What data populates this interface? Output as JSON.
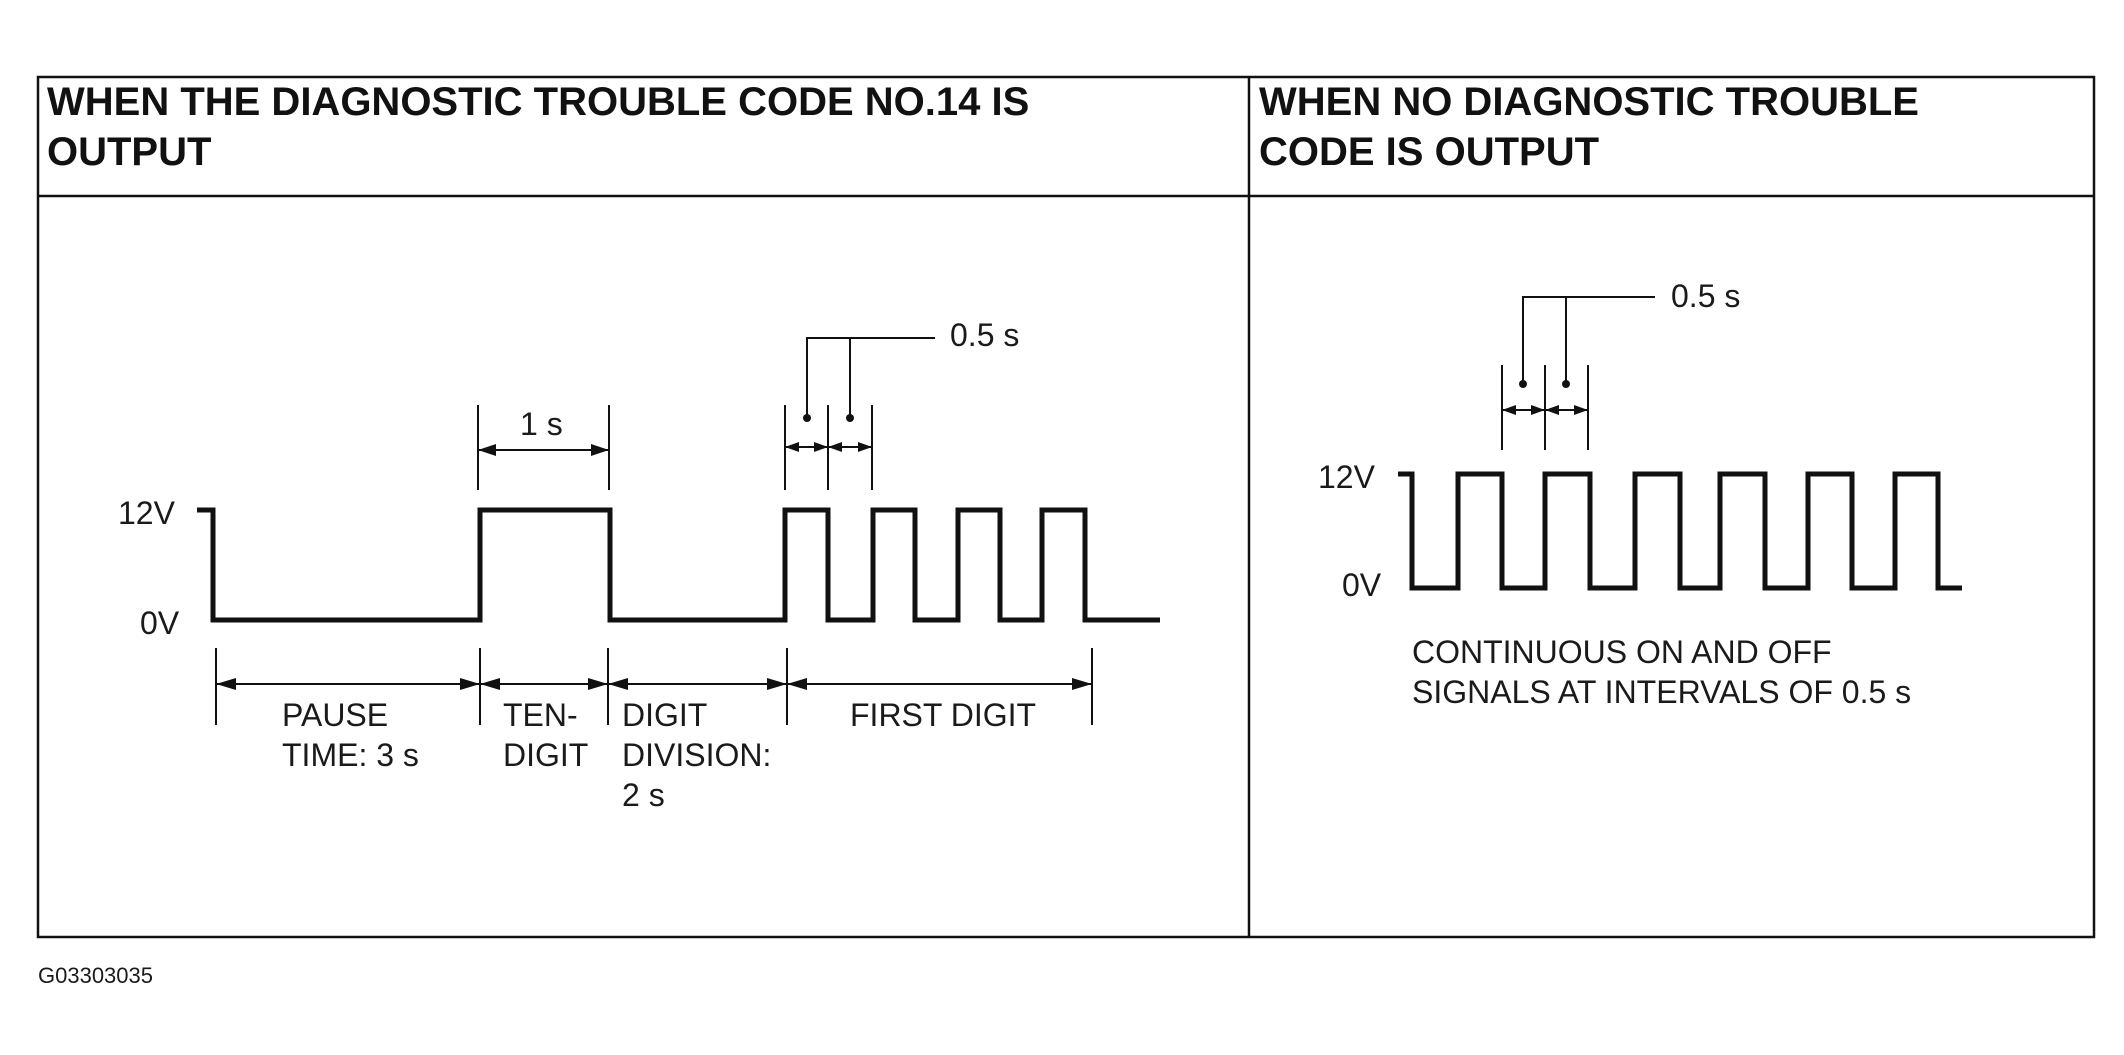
{
  "left_panel": {
    "header_line1": "WHEN THE DIAGNOSTIC TROUBLE CODE NO.14 IS",
    "header_line2": "OUTPUT",
    "level_high": "12V",
    "level_low": "0V",
    "annot_1s": "1 s",
    "annot_half_s": "0.5 s",
    "seg_pause_1": "PAUSE",
    "seg_pause_2": "TIME: 3 s",
    "seg_ten_1": "TEN-",
    "seg_ten_2": "DIGIT",
    "seg_div_1": "DIGIT",
    "seg_div_2": "DIVISION:",
    "seg_div_3": "2 s",
    "seg_first": "FIRST DIGIT"
  },
  "right_panel": {
    "header_line1": "WHEN NO DIAGNOSTIC TROUBLE",
    "header_line2": "CODE IS OUTPUT",
    "level_high": "12V",
    "level_low": "0V",
    "annot_half_s": "0.5 s",
    "caption_1": "CONTINUOUS ON AND OFF",
    "caption_2": "SIGNALS AT INTERVALS OF 0.5 s"
  },
  "figure_id": "G03303035"
}
